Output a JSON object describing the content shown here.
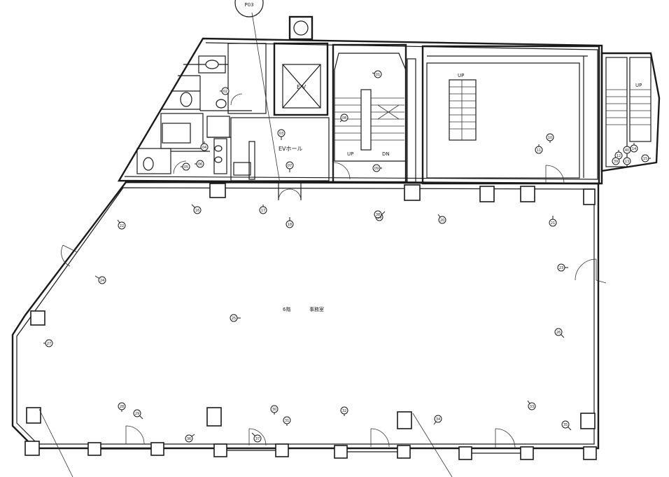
{
  "labels": {
    "ev": "E V",
    "ev_hall": "EVホール",
    "stair_up_left": "UP",
    "stair_dn_left": "DN",
    "stair_up_right": "UP",
    "stair_up_ext": "UP",
    "office": "事務室",
    "office_prefix": "6階",
    "callout_top": "P03"
  },
  "markers": [
    {
      "id": "m1",
      "v": "01"
    },
    {
      "id": "m2",
      "v": "02"
    },
    {
      "id": "m3",
      "v": "03"
    },
    {
      "id": "m4",
      "v": "04"
    },
    {
      "id": "m5",
      "v": "05"
    },
    {
      "id": "m6",
      "v": "06"
    },
    {
      "id": "m7",
      "v": "07"
    },
    {
      "id": "m8",
      "v": "08"
    },
    {
      "id": "m9",
      "v": "09"
    },
    {
      "id": "m10",
      "v": "10"
    },
    {
      "id": "m11",
      "v": "11"
    },
    {
      "id": "m12",
      "v": "12"
    },
    {
      "id": "m13",
      "v": "13"
    },
    {
      "id": "m14",
      "v": "14"
    },
    {
      "id": "m15",
      "v": "15"
    },
    {
      "id": "m16",
      "v": "16"
    },
    {
      "id": "m17",
      "v": "17"
    },
    {
      "id": "m18",
      "v": "18"
    },
    {
      "id": "m19",
      "v": "19"
    },
    {
      "id": "m20",
      "v": "20"
    },
    {
      "id": "m21",
      "v": "21"
    },
    {
      "id": "m22",
      "v": "22"
    },
    {
      "id": "m23",
      "v": "23"
    },
    {
      "id": "m24",
      "v": "24"
    },
    {
      "id": "m25",
      "v": "25"
    },
    {
      "id": "m26",
      "v": "26"
    },
    {
      "id": "m27",
      "v": "27"
    },
    {
      "id": "m28",
      "v": "28"
    },
    {
      "id": "m29",
      "v": "29"
    },
    {
      "id": "m30",
      "v": "30"
    },
    {
      "id": "m31",
      "v": "31"
    },
    {
      "id": "m32",
      "v": "32"
    },
    {
      "id": "m33",
      "v": "33"
    },
    {
      "id": "m34",
      "v": "34"
    },
    {
      "id": "m35",
      "v": "35"
    },
    {
      "id": "m36",
      "v": "36"
    },
    {
      "id": "m37",
      "v": "37"
    },
    {
      "id": "m38",
      "v": "38"
    },
    {
      "id": "m39",
      "v": "39"
    },
    {
      "id": "m40",
      "v": "40"
    }
  ]
}
